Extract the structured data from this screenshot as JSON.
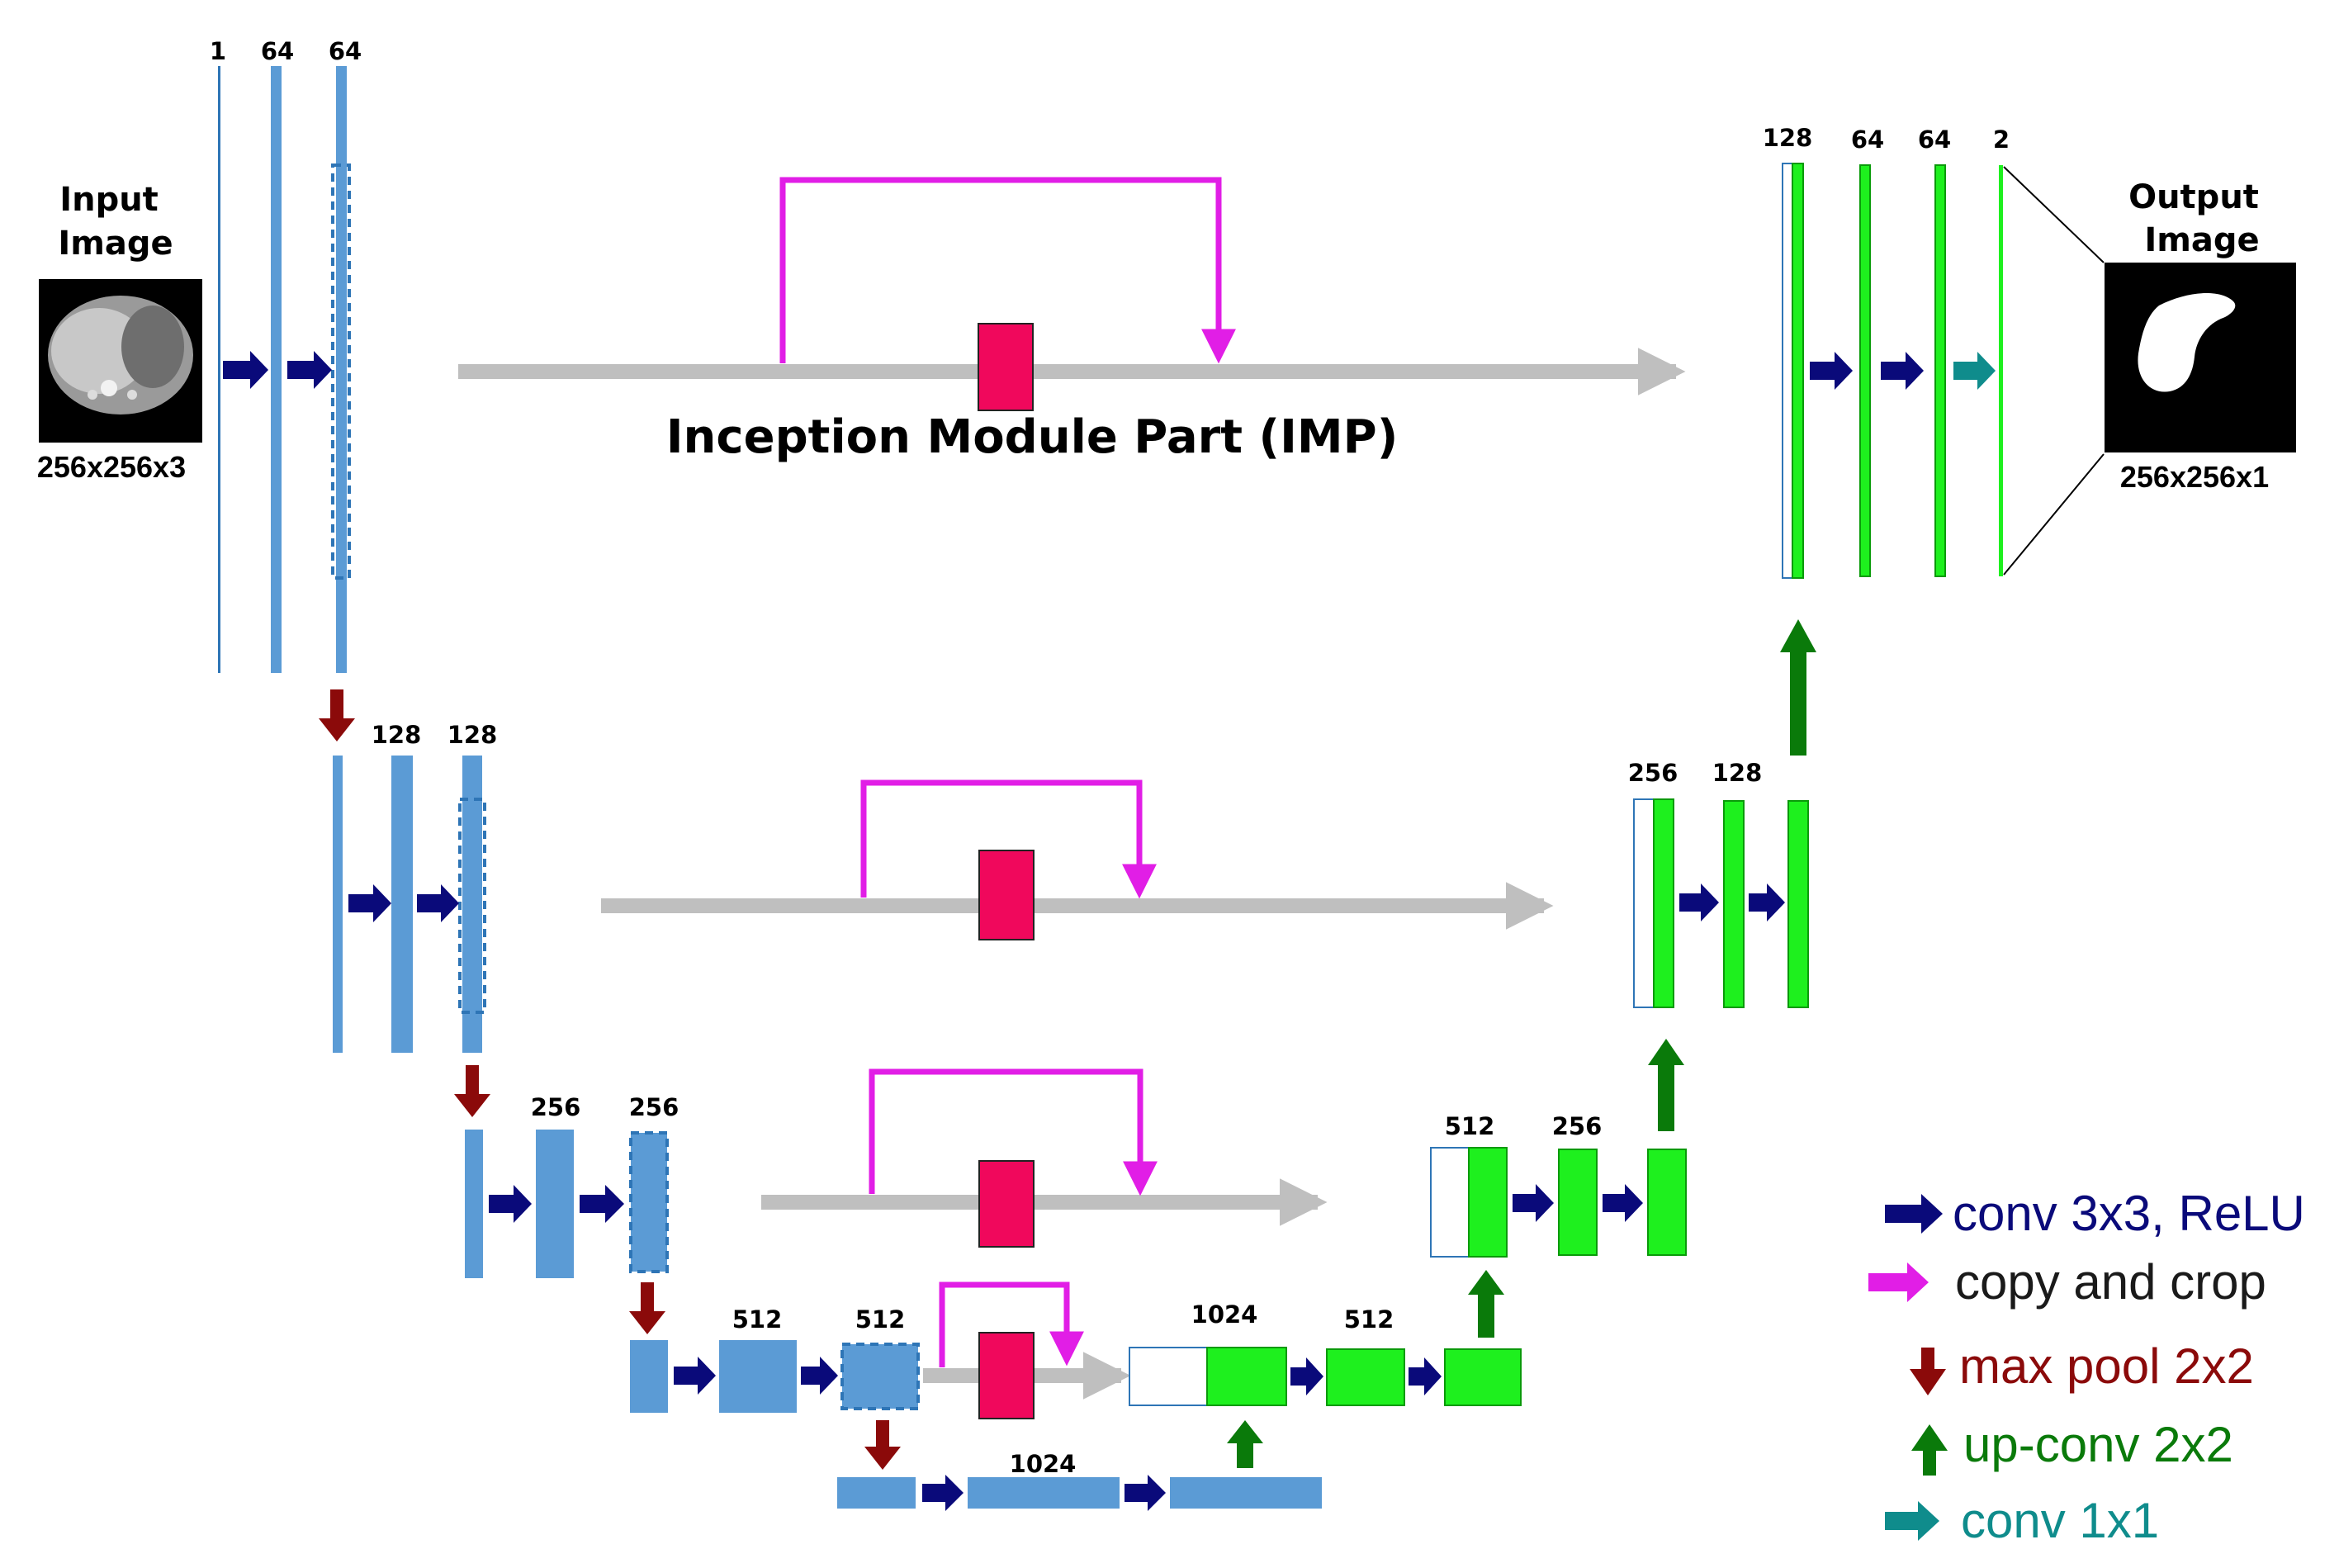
{
  "input": {
    "title_line1": "Input",
    "title_line2": "Image",
    "size": "256x256x3"
  },
  "output": {
    "title_line1": "Output",
    "title_line2": "Image",
    "size": "256x256x1"
  },
  "imp_label": "Inception Module Part (IMP)",
  "channels": {
    "enc1": [
      "1",
      "64",
      "64"
    ],
    "enc2": [
      "128",
      "128"
    ],
    "enc3": [
      "256",
      "256"
    ],
    "enc4": [
      "512",
      "512"
    ],
    "bottleneck": "1024",
    "dec4": [
      "1024",
      "512"
    ],
    "dec3": [
      "512",
      "256"
    ],
    "dec2": [
      "256",
      "128"
    ],
    "dec1": [
      "128",
      "64",
      "64",
      "2"
    ]
  },
  "legend": [
    {
      "label": "conv 3x3, ReLU",
      "color": "#0a0a7a",
      "arrow": "right-arrow-icon"
    },
    {
      "label": "copy and crop",
      "color": "#e11ee6",
      "arrow": "right-arrow-icon"
    },
    {
      "label": "max pool 2x2",
      "color": "#8b0a0a",
      "arrow": "down-arrow-icon"
    },
    {
      "label": "up-conv 2x2",
      "color": "#0a7a0a",
      "arrow": "up-arrow-icon"
    },
    {
      "label": "conv 1x1",
      "color": "#0f8c8c",
      "arrow": "right-arrow-icon"
    }
  ],
  "colors": {
    "encoder": "#5b9bd5",
    "encoder_edge": "#2e75b6",
    "decoder": "#1ef01e",
    "decoder_edge": "#0a9a0a",
    "skip": "#bfbfbf",
    "imp_block": "#f0085c",
    "copy": "#e11ee6"
  }
}
